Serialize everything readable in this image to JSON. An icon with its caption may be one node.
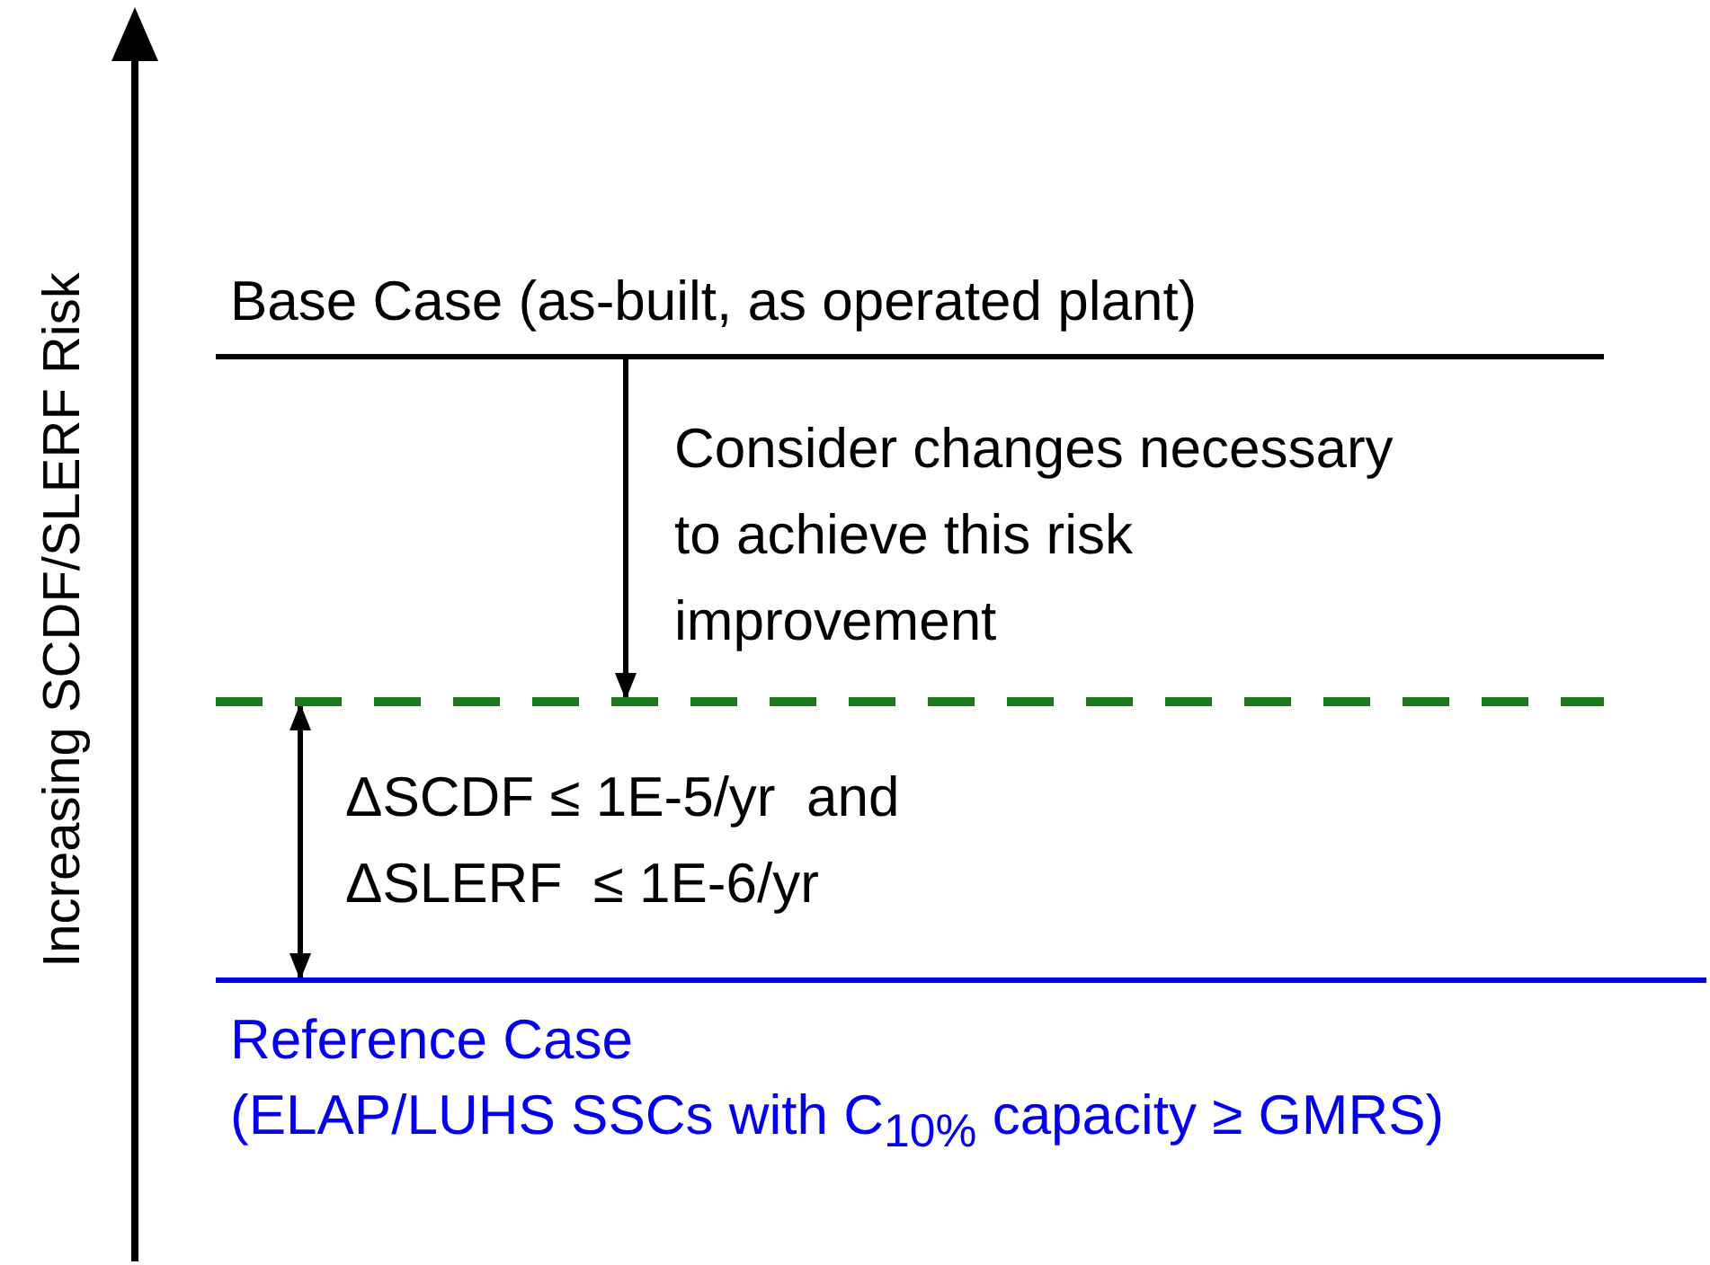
{
  "diagram": {
    "nodes": [
      {
        "text": [
          "Base Case (as-built, as operated plant)"
        ]
      },
      {
        "text": [],
        "shape": "bar"
      },
      {
        "text": [
          "Reference Case",
          "(ELAP/LUHS SSCs with C$_{10%}$ capacity ≥ GMRS)"
        ]
      }
    ],
    "edges": [
      {
        "from": 0,
        "to": 1,
        "arrow": "to",
        "label": "Consider changes necessary to achieve this risk improvement"
      },
      {
        "from": 1,
        "to": 2,
        "arrow": "both",
        "label": "ΔSCDF ≤ 1E-5/yr  and ΔSLERF  ≤ 1E-6/yr"
      }
    ],
    "labels": [
      "Increasing SCDF/SLERF Risk"
    ]
  }
}
